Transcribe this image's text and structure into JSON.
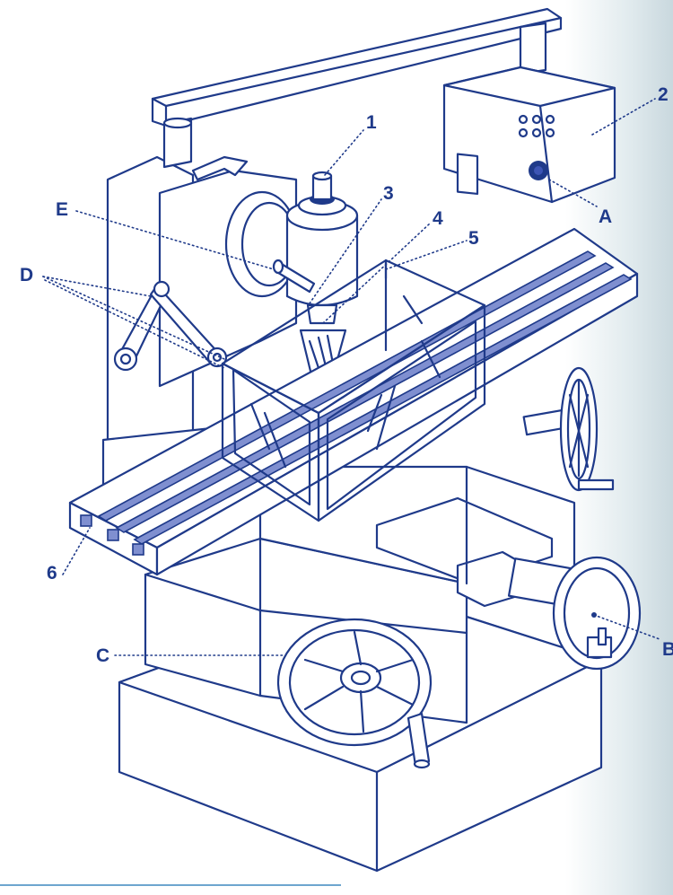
{
  "callouts": {
    "c1": "1",
    "c2": "2",
    "c3": "3",
    "c4": "4",
    "c5": "5",
    "c6": "6",
    "cA": "A",
    "cB": "B",
    "cC": "C",
    "cD": "D",
    "cE": "E"
  },
  "colors": {
    "line": "#1f3a8a",
    "slot_fill": "#7f8fd0",
    "background": "#ffffff",
    "edge_tint": "#c9d8de"
  }
}
